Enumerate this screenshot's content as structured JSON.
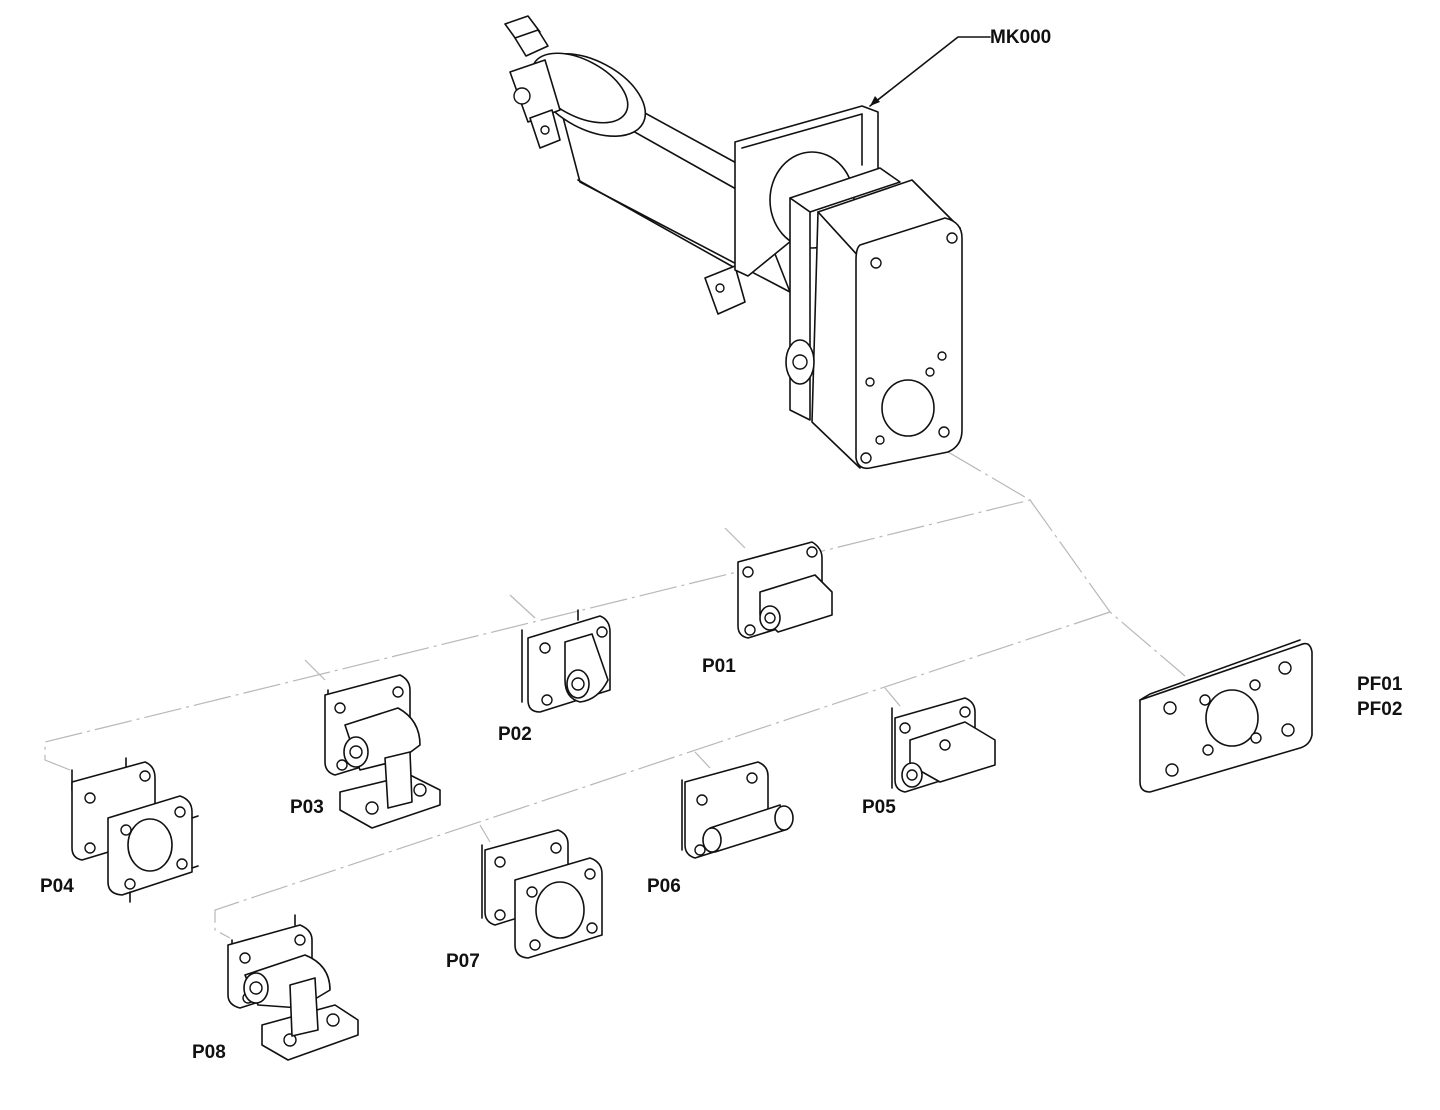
{
  "diagram": {
    "main_assembly_label": "MK000",
    "parts": [
      {
        "id": "p01",
        "label": "P01"
      },
      {
        "id": "p02",
        "label": "P02"
      },
      {
        "id": "p03",
        "label": "P03"
      },
      {
        "id": "p04",
        "label": "P04"
      },
      {
        "id": "p05",
        "label": "P05"
      },
      {
        "id": "p06",
        "label": "P06"
      },
      {
        "id": "p07",
        "label": "P07"
      },
      {
        "id": "p08",
        "label": "P08"
      }
    ],
    "plate_labels": [
      "PF01",
      "PF02"
    ]
  }
}
